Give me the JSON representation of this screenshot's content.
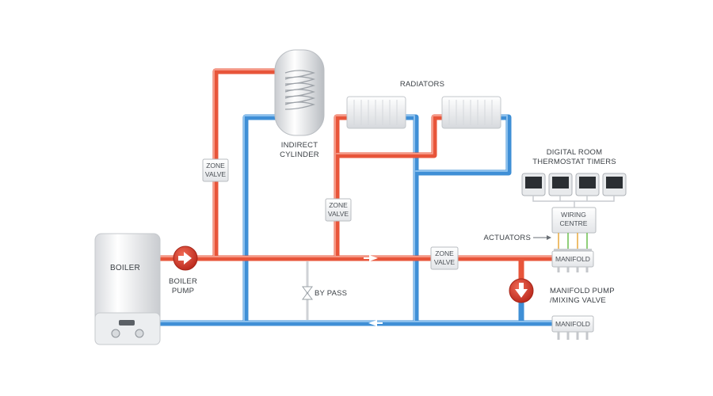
{
  "labels": {
    "boiler": "BOILER",
    "boiler_pump_line1": "BOILER",
    "boiler_pump_line2": "PUMP",
    "zone_valve_1_line1": "ZONE",
    "zone_valve_1_line2": "VALVE",
    "zone_valve_2_line1": "ZONE",
    "zone_valve_2_line2": "VALVE",
    "zone_valve_3_line1": "ZONE",
    "zone_valve_3_line2": "VALVE",
    "cylinder_line1": "INDIRECT",
    "cylinder_line2": "CYLINDER",
    "radiators": "RADIATORS",
    "thermostat_line1": "DIGITAL ROOM",
    "thermostat_line2": "THERMOSTAT TIMERS",
    "wiring_line1": "WIRING",
    "wiring_line2": "CENTRE",
    "actuators": "ACTUATORS",
    "manifold_top": "MANIFOLD",
    "manifold_bottom": "MANIFOLD",
    "manifold_pump_line1": "MANIFOLD PUMP",
    "manifold_pump_line2": "/MIXING VALVE",
    "bypass": "BY PASS"
  },
  "colors": {
    "flow": "#e8553a",
    "flow_light": "#f4907a",
    "return": "#3f8fd6",
    "return_light": "#8cc1ee",
    "label": "#3a3f44",
    "box_border": "#b8bcc0"
  }
}
